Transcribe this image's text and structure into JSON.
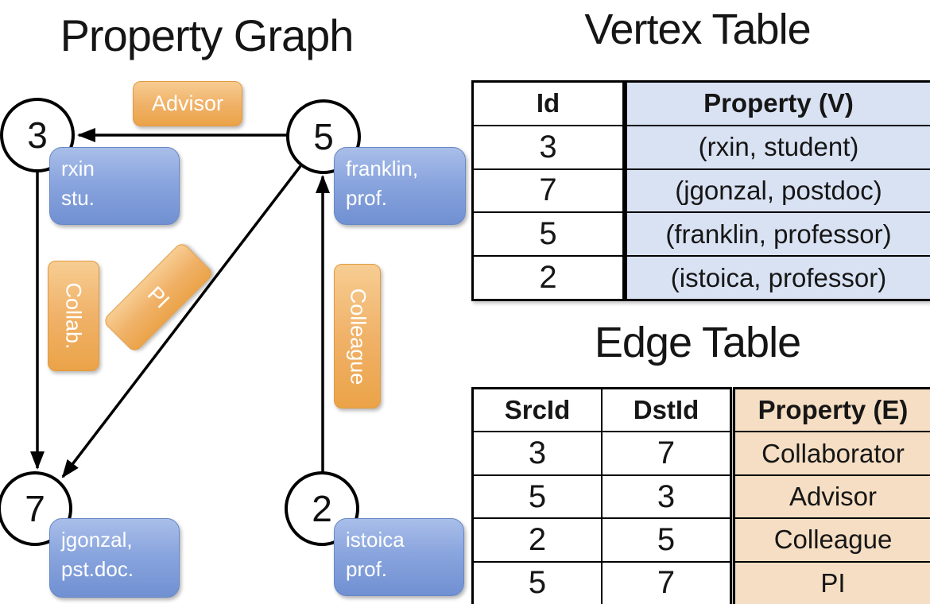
{
  "titles": {
    "graph": "Property Graph",
    "vertex": "Vertex Table",
    "edge": "Edge Table"
  },
  "graph": {
    "nodes": [
      {
        "id": "3",
        "prop_line1": "rxin",
        "prop_line2": "stu."
      },
      {
        "id": "5",
        "prop_line1": "franklin,",
        "prop_line2": "prof."
      },
      {
        "id": "7",
        "prop_line1": "jgonzal,",
        "prop_line2": "pst.doc."
      },
      {
        "id": "2",
        "prop_line1": "istoica",
        "prop_line2": "prof."
      }
    ],
    "edge_labels": [
      {
        "text": "Advisor"
      },
      {
        "text": "Collab."
      },
      {
        "text": "PI"
      },
      {
        "text": "Colleague"
      }
    ]
  },
  "vertex_table": {
    "id_header": "Id",
    "property_header": "Property (V)",
    "rows": [
      {
        "id": "3",
        "property": "(rxin, student)"
      },
      {
        "id": "7",
        "property": "(jgonzal, postdoc)"
      },
      {
        "id": "5",
        "property": "(franklin, professor)"
      },
      {
        "id": "2",
        "property": "(istoica, professor)"
      }
    ]
  },
  "edge_table": {
    "src_header": "SrcId",
    "dst_header": "DstId",
    "property_header": "Property (E)",
    "rows": [
      {
        "src": "3",
        "dst": "7",
        "property": "Collaborator"
      },
      {
        "src": "5",
        "dst": "3",
        "property": "Advisor"
      },
      {
        "src": "2",
        "dst": "5",
        "property": "Colleague"
      },
      {
        "src": "5",
        "dst": "7",
        "property": "PI"
      }
    ]
  },
  "colors": {
    "edge_label_orange": "#eba348",
    "vertex_box_blue": "#7090d2",
    "vertex_cell_blue": "#d9e2f3",
    "edge_cell_tan": "#f5dec3",
    "line_black": "#000000"
  }
}
